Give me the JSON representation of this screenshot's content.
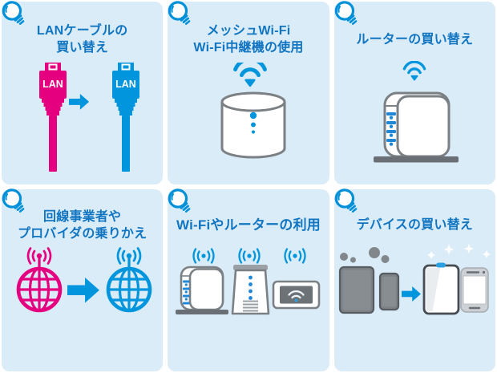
{
  "page": {
    "background": "#ffffff",
    "panel_background": "#daecf8"
  },
  "colors": {
    "accent_blue": "#0095dc",
    "title_blue": "#1175c1",
    "magenta": "#e5007f",
    "outline_gray": "#7b8085",
    "dark_gray": "#6a6f75",
    "old_device_gray": "#7d8286"
  },
  "icons": {
    "badge": "lightbulb-icon",
    "arrow": "arrow-right-icon",
    "wifi": "wifi-signal-icon",
    "broadcast": "radio-signal-icon",
    "globe": "globe-network-icon"
  },
  "panels": [
    {
      "id": "lan-cable-replacement",
      "title_lines": [
        "LANケーブルの",
        "買い替え"
      ],
      "labels": {
        "old_cable": "LAN",
        "new_cable": "LAN"
      }
    },
    {
      "id": "mesh-wifi-repeater",
      "title_lines": [
        "メッシュWi-Fi",
        "Wi-Fi中継機の使用"
      ]
    },
    {
      "id": "router-replacement",
      "title_lines": [
        "ルーターの買い替え"
      ]
    },
    {
      "id": "isp-switch",
      "title_lines": [
        "回線事業者や",
        "プロバイダの乗りかえ"
      ]
    },
    {
      "id": "wifi-router-use",
      "title_lines": [
        "Wi-Fiやルーターの利用"
      ]
    },
    {
      "id": "device-replacement",
      "title_lines": [
        "デバイスの買い替え"
      ]
    }
  ]
}
